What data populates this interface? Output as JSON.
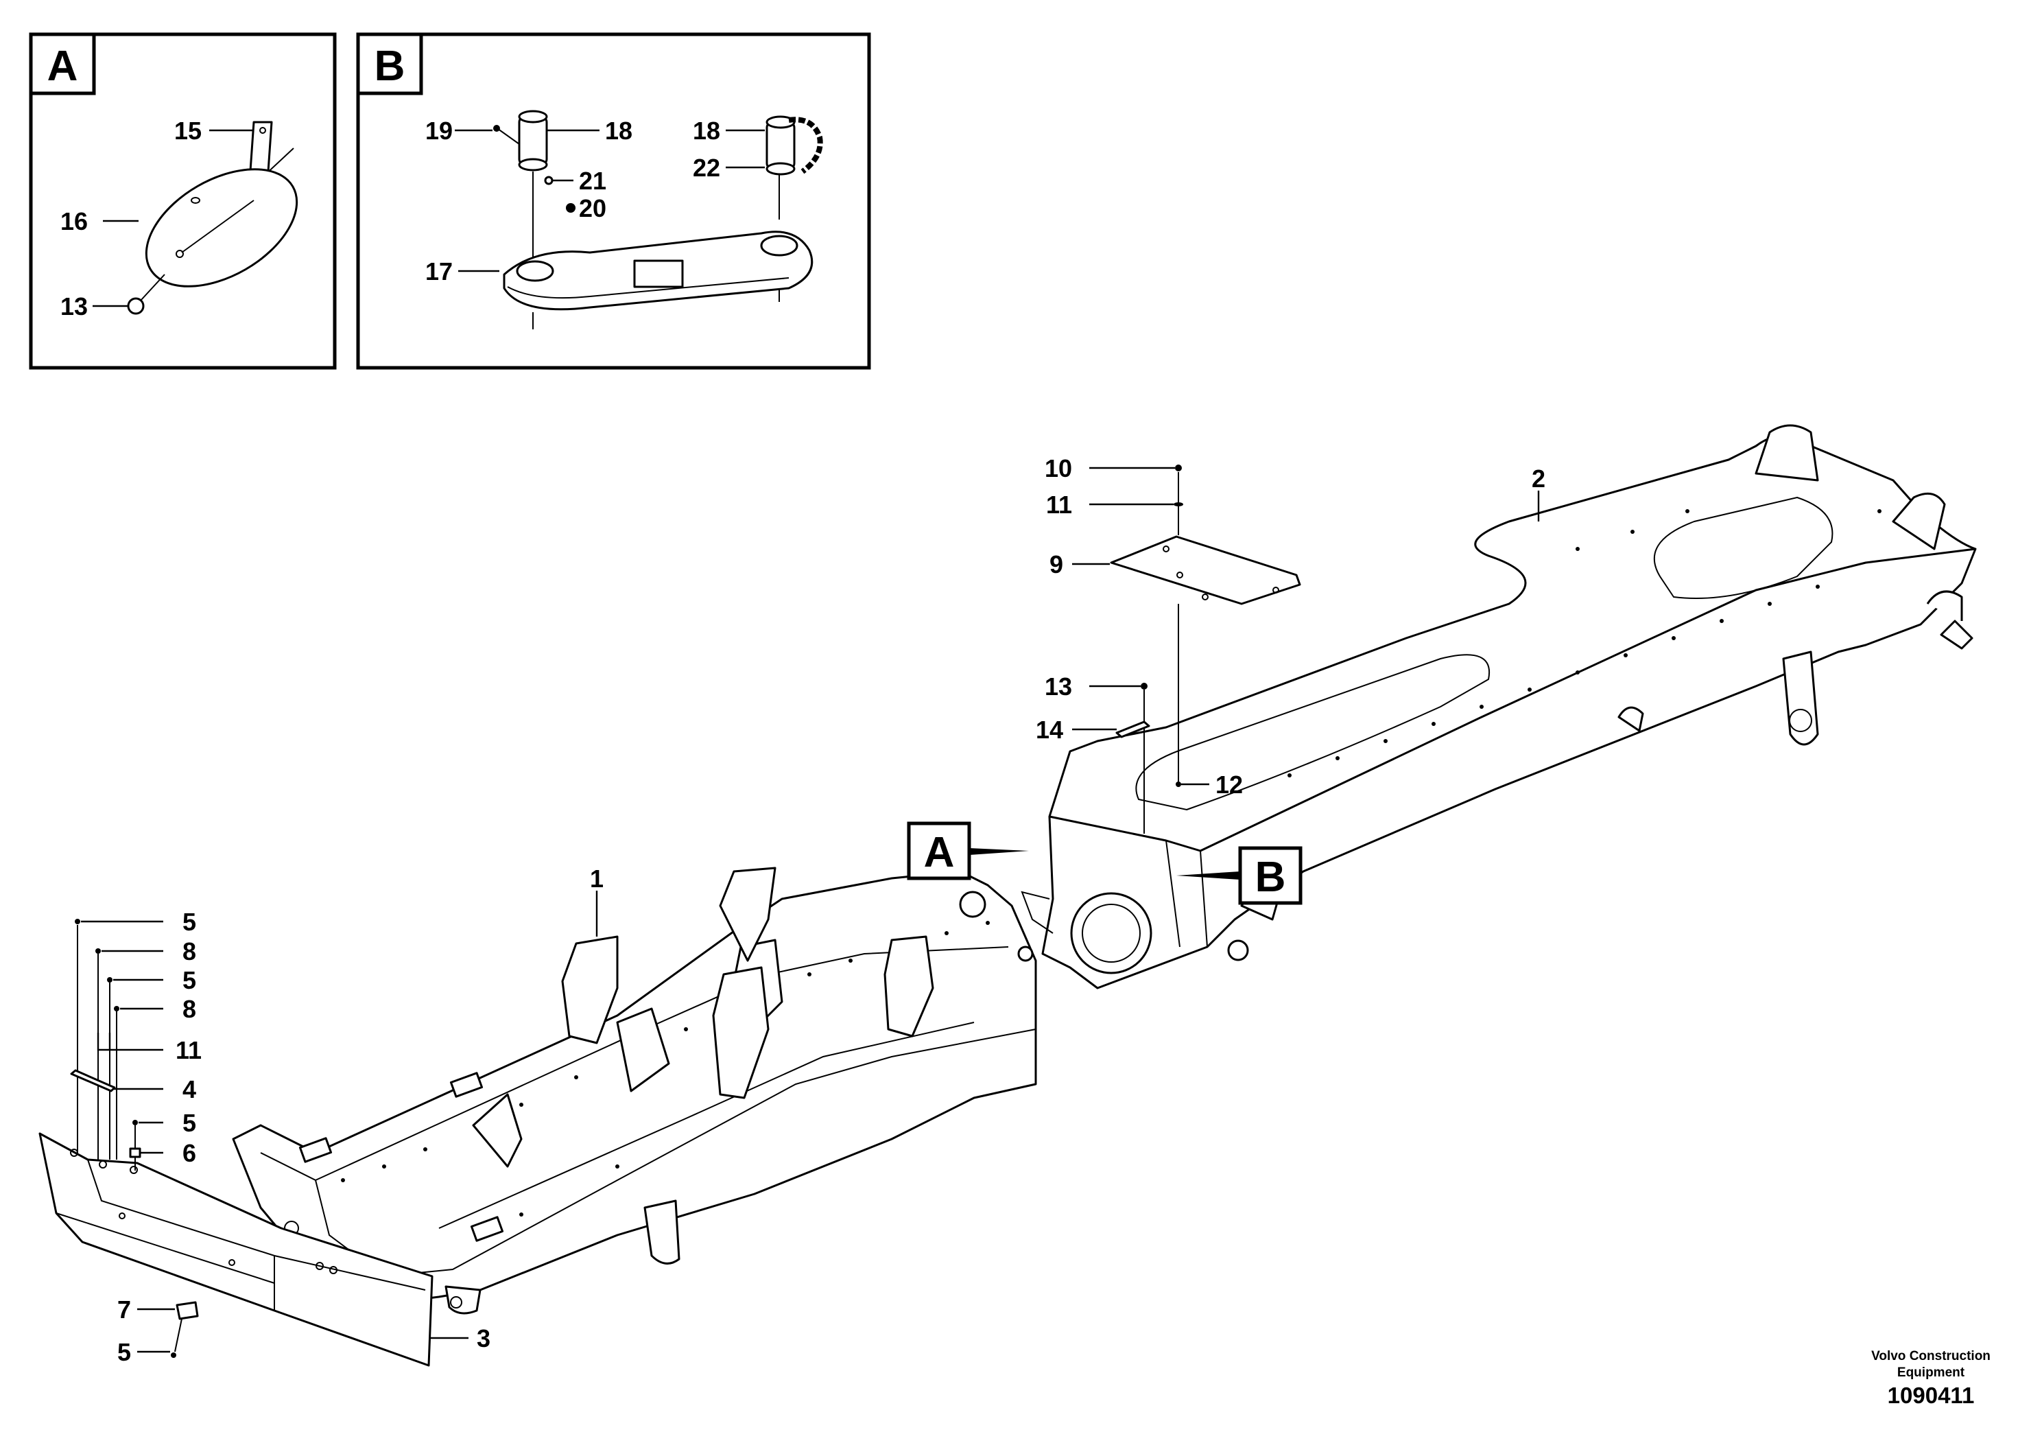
{
  "detail_a": {
    "label": "A",
    "callouts": [
      "15",
      "16",
      "13"
    ]
  },
  "detail_b": {
    "label": "B",
    "callouts": [
      "19",
      "18",
      "21",
      "20",
      "17",
      "18",
      "22"
    ]
  },
  "main_view_callouts": {
    "c10": "10",
    "c11_top": "11",
    "c9": "9",
    "c13": "13",
    "c14": "14",
    "c12": "12",
    "c2": "2",
    "c1": "1",
    "c3": "3",
    "c5_a": "5",
    "c8_a": "8",
    "c5_b": "5",
    "c8_b": "8",
    "c11_left": "11",
    "c4": "4",
    "c5_c": "5",
    "c6": "6",
    "c7": "7",
    "c5_d": "5"
  },
  "view_markers": {
    "a": "A",
    "b": "B"
  },
  "footer": {
    "company_line1": "Volvo Construction",
    "company_line2": "Equipment",
    "drawing_number": "1090411"
  }
}
